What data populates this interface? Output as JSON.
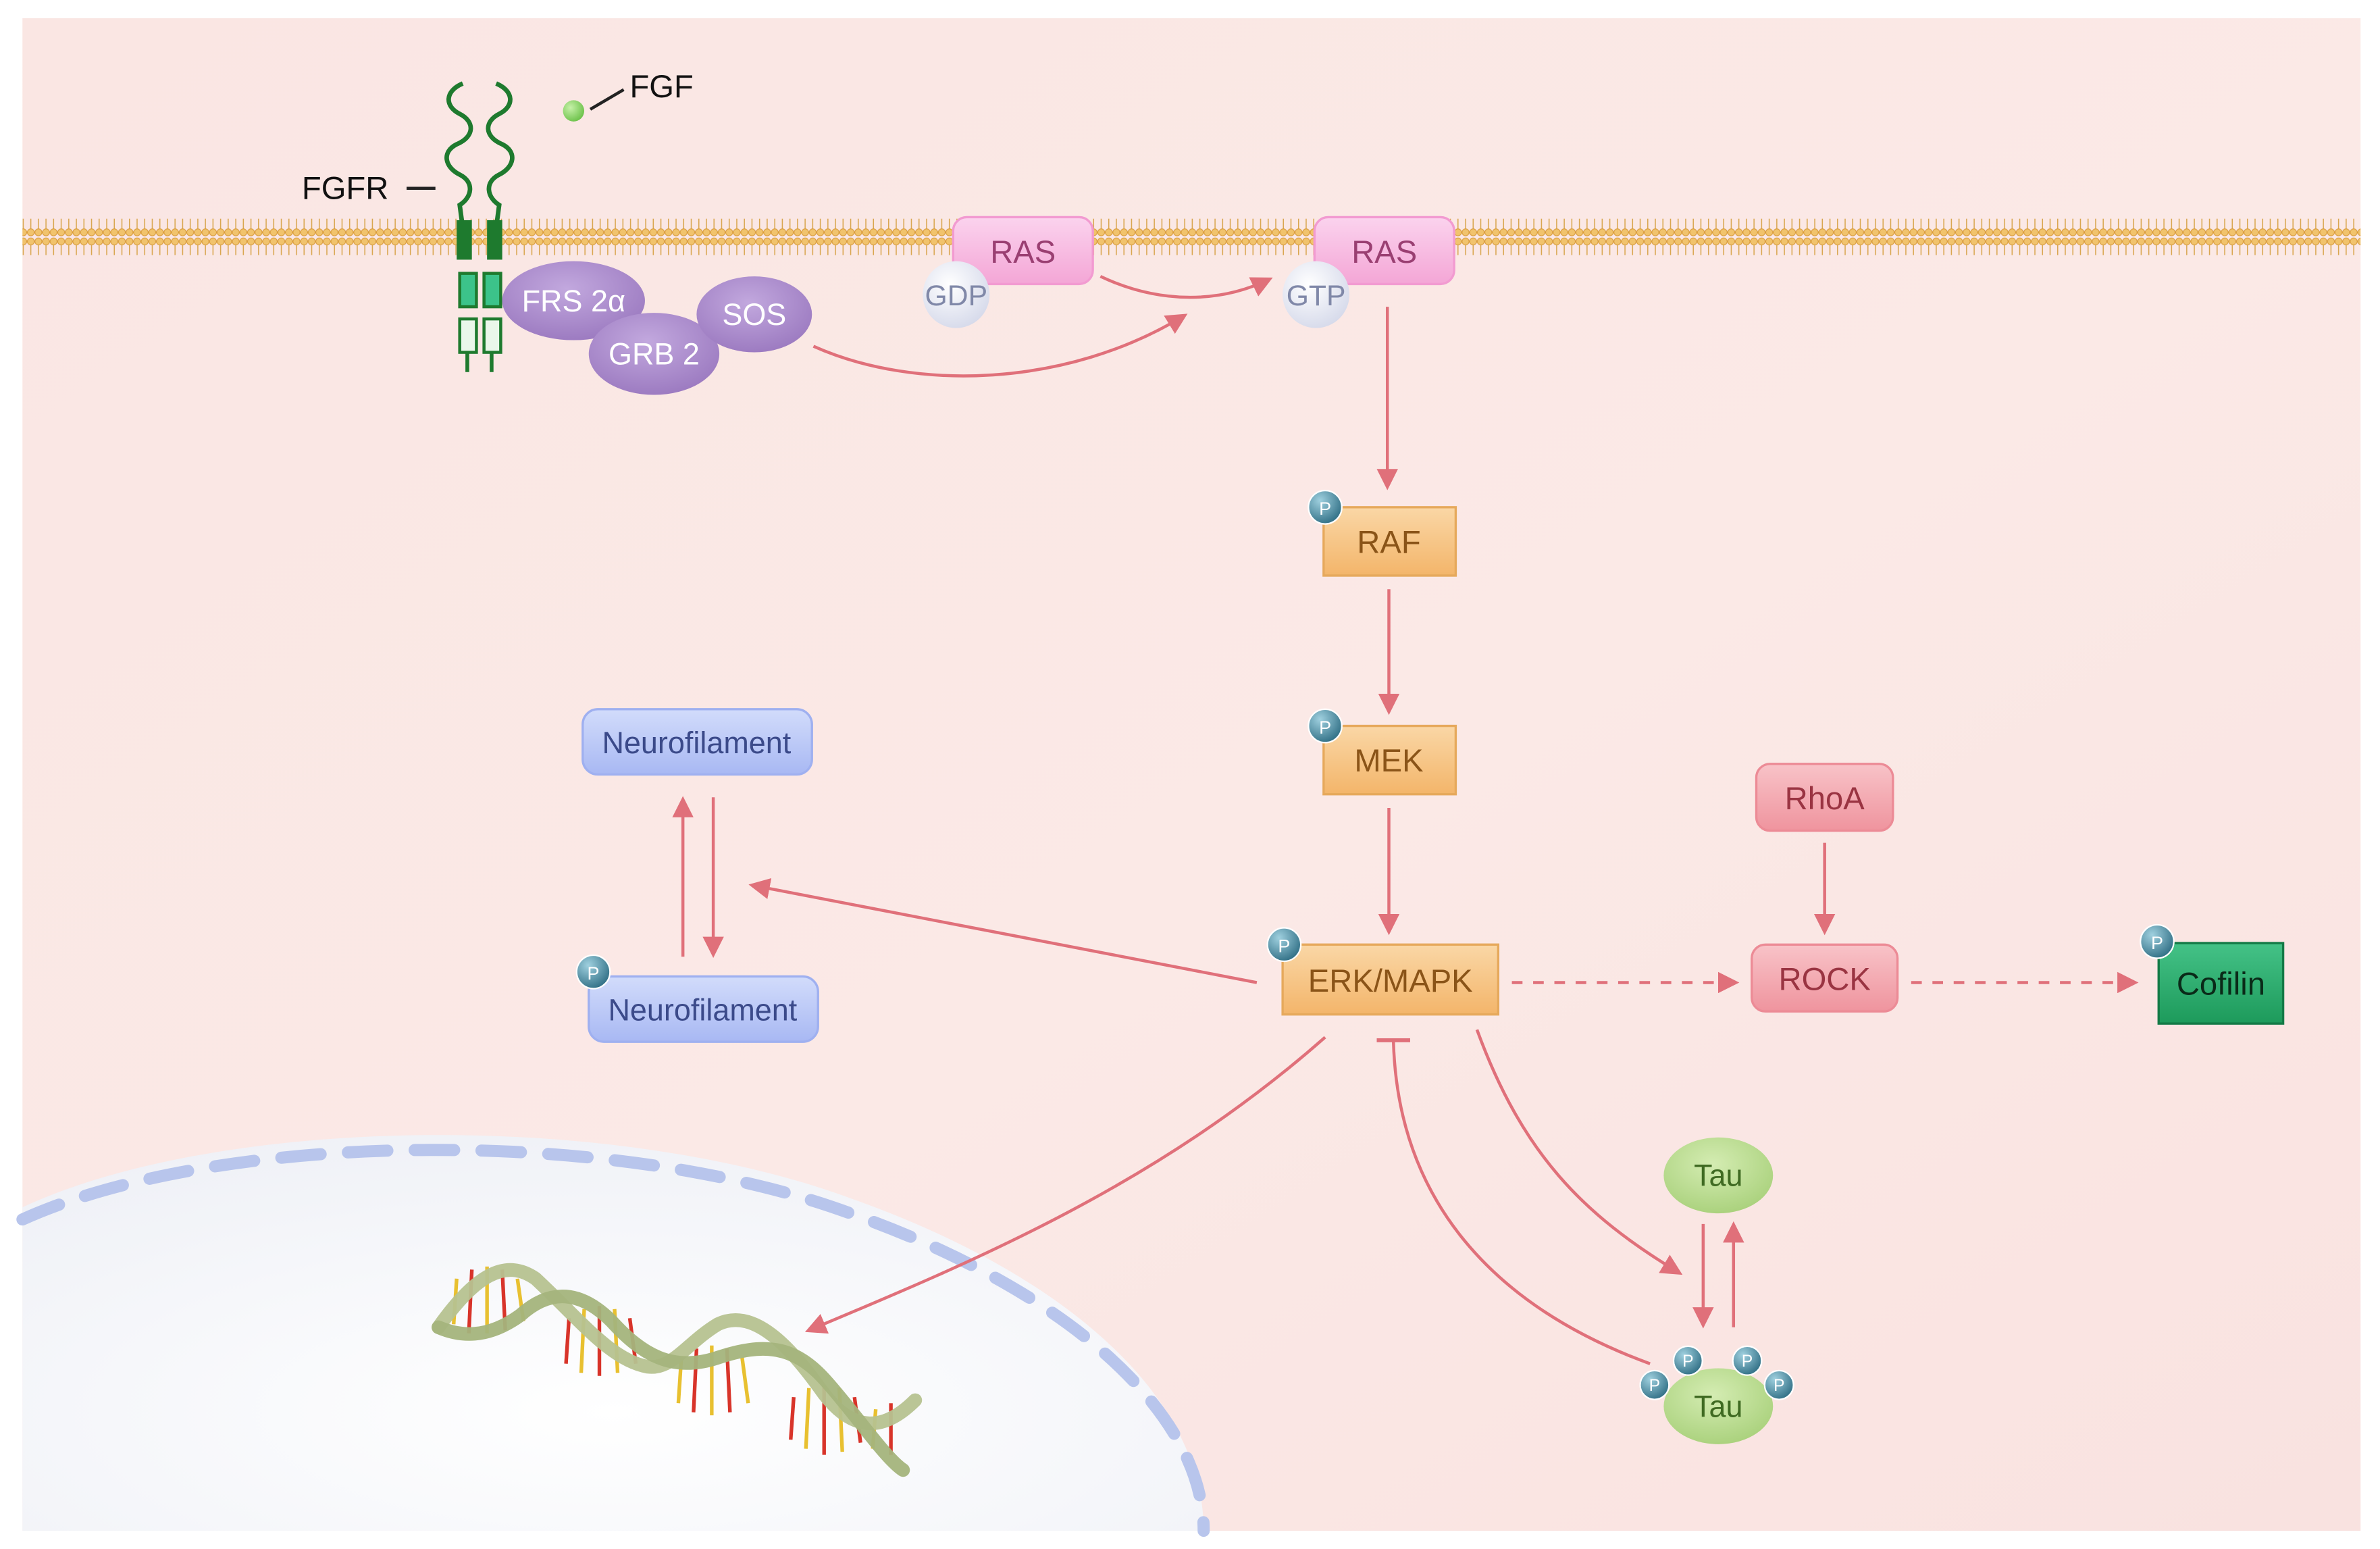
{
  "labels": {
    "fgf": "FGF",
    "fgfr": "FGFR",
    "frs2a": "FRS 2α",
    "grb2": "GRB 2",
    "sos": "SOS",
    "ras_gdp": "RAS",
    "gdp": "GDP",
    "ras_gtp": "RAS",
    "gtp": "GTP",
    "raf": "RAF",
    "mek": "MEK",
    "erk": "ERK/MAPK",
    "rhoa": "RhoA",
    "rock": "ROCK",
    "cofilin": "Cofilin",
    "neurofilament_top": "Neurofilament",
    "neurofilament_p": "Neurofilament",
    "tau_top": "Tau",
    "tau_p": "Tau",
    "p": "P"
  },
  "colors": {
    "arrow": "#e0707a",
    "kinase_box": "#f6c07a",
    "ras_box": "#f7b2dc",
    "rock_box": "#f3a3ab",
    "cofilin_box": "#2aa86a",
    "neurofilament_box": "#b9c6f7",
    "tau": "#b4d98a",
    "adaptor": "#a585c6",
    "receptor": "#1e7a2e",
    "membrane": "#e8b860",
    "phospho": "#3f7f95",
    "nucleus_border": "#b8c5ec"
  }
}
